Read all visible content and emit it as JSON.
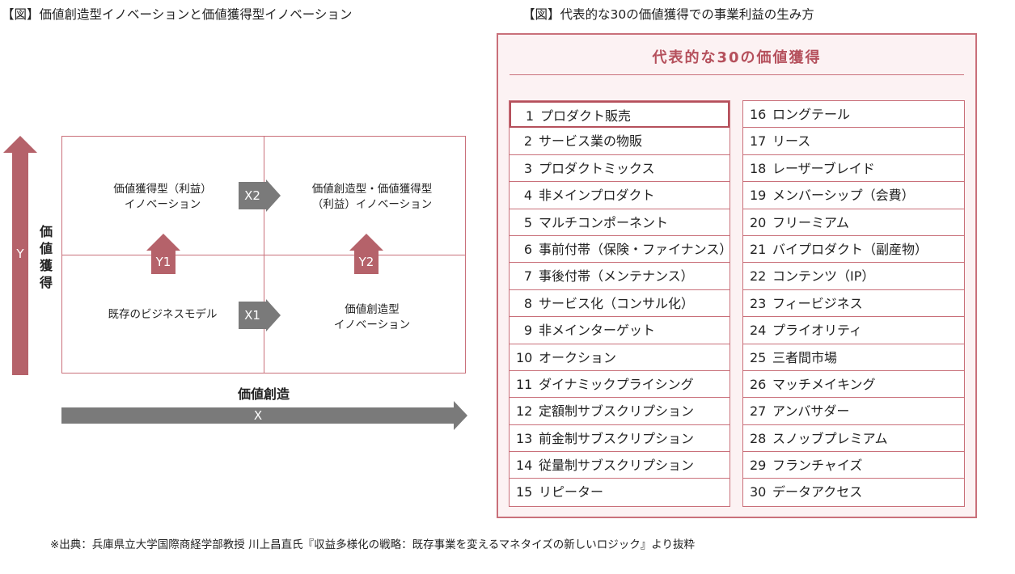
{
  "left_title": "【図】価値創造型イノベーションと価値獲得型イノベーション",
  "right_title": "【図】代表的な30の価値獲得での事業利益の生み方",
  "diagram": {
    "y_letter": "Y",
    "y_axis_label": "価値獲得",
    "x_axis_label": "価値創造",
    "x_letter": "X",
    "quadrants": {
      "top_left": [
        "価値獲得型（利益）",
        "イノベーション"
      ],
      "top_right": [
        "価値創造型・価値獲得型",
        "（利益）イノベーション"
      ],
      "bottom_left": [
        "既存のビジネスモデル"
      ],
      "bottom_right": [
        "価値創造型",
        "イノベーション"
      ]
    },
    "arrows": {
      "x1": "X1",
      "x2": "X2",
      "y1": "Y1",
      "y2": "Y2"
    },
    "colors": {
      "red": "#b5626a",
      "gray": "#7a7a7a",
      "grid": "#c9707a"
    }
  },
  "panel": {
    "title": "代表的な30の価値獲得",
    "left_list": [
      {
        "n": "1",
        "label": "プロダクト販売"
      },
      {
        "n": "2",
        "label": "サービス業の物販"
      },
      {
        "n": "3",
        "label": "プロダクトミックス"
      },
      {
        "n": "4",
        "label": "非メインプロダクト"
      },
      {
        "n": "5",
        "label": "マルチコンポーネント"
      },
      {
        "n": "6",
        "label": "事前付帯（保険・ファイナンス）"
      },
      {
        "n": "7",
        "label": "事後付帯（メンテナンス）"
      },
      {
        "n": "8",
        "label": "サービス化（コンサル化）"
      },
      {
        "n": "9",
        "label": "非メインターゲット"
      },
      {
        "n": "10",
        "label": "オークション"
      },
      {
        "n": "11",
        "label": "ダイナミックプライシング"
      },
      {
        "n": "12",
        "label": "定額制サブスクリプション"
      },
      {
        "n": "13",
        "label": "前金制サブスクリプション"
      },
      {
        "n": "14",
        "label": "従量制サブスクリプション"
      },
      {
        "n": "15",
        "label": "リピーター"
      }
    ],
    "right_list": [
      {
        "n": "16",
        "label": "ロングテール"
      },
      {
        "n": "17",
        "label": "リース"
      },
      {
        "n": "18",
        "label": "レーザーブレイド"
      },
      {
        "n": "19",
        "label": "メンバーシップ（会費）"
      },
      {
        "n": "20",
        "label": "フリーミアム"
      },
      {
        "n": "21",
        "label": "バイプロダクト（副産物）"
      },
      {
        "n": "22",
        "label": "コンテンツ（IP）"
      },
      {
        "n": "23",
        "label": "フィービジネス"
      },
      {
        "n": "24",
        "label": "プライオリティ"
      },
      {
        "n": "25",
        "label": "三者間市場"
      },
      {
        "n": "26",
        "label": "マッチメイキング"
      },
      {
        "n": "27",
        "label": "アンバサダー"
      },
      {
        "n": "28",
        "label": "スノッブプレミアム"
      },
      {
        "n": "29",
        "label": "フランチャイズ"
      },
      {
        "n": "30",
        "label": "データアクセス"
      }
    ],
    "colors": {
      "border": "#c9707a",
      "title": "#b5505c",
      "background": "#fcf2f3"
    }
  },
  "footnote": "※出典：兵庫県立大学国際商経学部教授 川上昌直氏『収益多様化の戦略：既存事業を変えるマネタイズの新しいロジック』より抜粋"
}
